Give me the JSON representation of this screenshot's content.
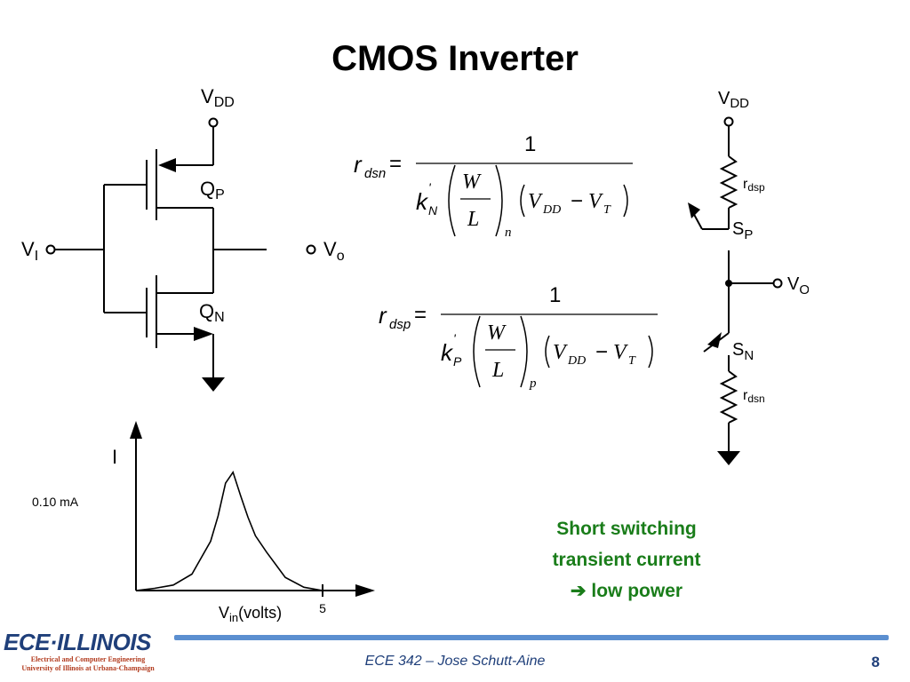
{
  "slide": {
    "title": "CMOS Inverter",
    "footer": "ECE 342 – Jose Schutt-Aine",
    "page_number": "8"
  },
  "circuit_left": {
    "vdd_main": "V",
    "vdd_sub": "DD",
    "qp_main": "Q",
    "qp_sub": "P",
    "qn_main": "Q",
    "qn_sub": "N",
    "vi_main": "V",
    "vi_sub": "I",
    "vo_main": "V",
    "vo_sub": "o"
  },
  "circuit_right": {
    "vdd_main": "V",
    "vdd_sub": "DD",
    "rdsp_main": "r",
    "rdsp_sub": "dsp",
    "sp_main": "S",
    "sp_sub": "P",
    "vo_main": "V",
    "vo_sub": "O",
    "sn_main": "S",
    "sn_sub": "N",
    "rdsn_main": "r",
    "rdsn_sub": "dsn"
  },
  "equations": {
    "eq1": {
      "lhs_main": "r",
      "lhs_sub": "dsn",
      "equals": "=",
      "numerator": "1",
      "k_main": "k",
      "k_prime": "'",
      "k_sub": "N",
      "w": "W",
      "l": "L",
      "wl_sub": "n",
      "v_main": "V",
      "v_dd_sub": "DD",
      "minus": "−",
      "v2_main": "V",
      "v_t_sub": "T"
    },
    "eq2": {
      "lhs_main": "r",
      "lhs_sub": "dsp",
      "equals": "=",
      "numerator": "1",
      "k_main": "k",
      "k_prime": "'",
      "k_sub": "P",
      "w": "W",
      "l": "L",
      "wl_sub": "p",
      "v_main": "V",
      "v_dd_sub": "DD",
      "minus": "−",
      "v2_main": "V",
      "v_t_sub": "T"
    }
  },
  "chart_data": {
    "type": "line",
    "ylabel": "I",
    "y_marker_label": "0.10 mA",
    "x_label_main": "V",
    "x_label_sub": "in",
    "x_label_suffix": "(volts)",
    "x_tick_label": "5",
    "xlim": [
      0,
      6
    ],
    "ylim": [
      0,
      0.15
    ],
    "x_tick": 5,
    "x": [
      0,
      0.5,
      1.0,
      1.5,
      2.0,
      2.2,
      2.4,
      2.6,
      2.8,
      3.0,
      3.2,
      3.5,
      4.0,
      4.5,
      5.0
    ],
    "y": [
      0.0,
      0.002,
      0.005,
      0.015,
      0.045,
      0.068,
      0.098,
      0.108,
      0.087,
      0.067,
      0.05,
      0.035,
      0.012,
      0.003,
      0.0
    ]
  },
  "callout": {
    "line1": "Short switching",
    "line2": "transient current",
    "line3_arrow": "➔",
    "line3": "low power"
  },
  "logo": {
    "mark": "ECE·ILLINOIS",
    "line1": "Electrical and Computer Engineering",
    "line2": "University of Illinois at Urbana-Champaign"
  },
  "colors": {
    "callout": "#1a7d1a",
    "footer": "#1f3f7a",
    "footer_bar": "#5b8fd0",
    "logo_sub": "#b23b1e"
  }
}
